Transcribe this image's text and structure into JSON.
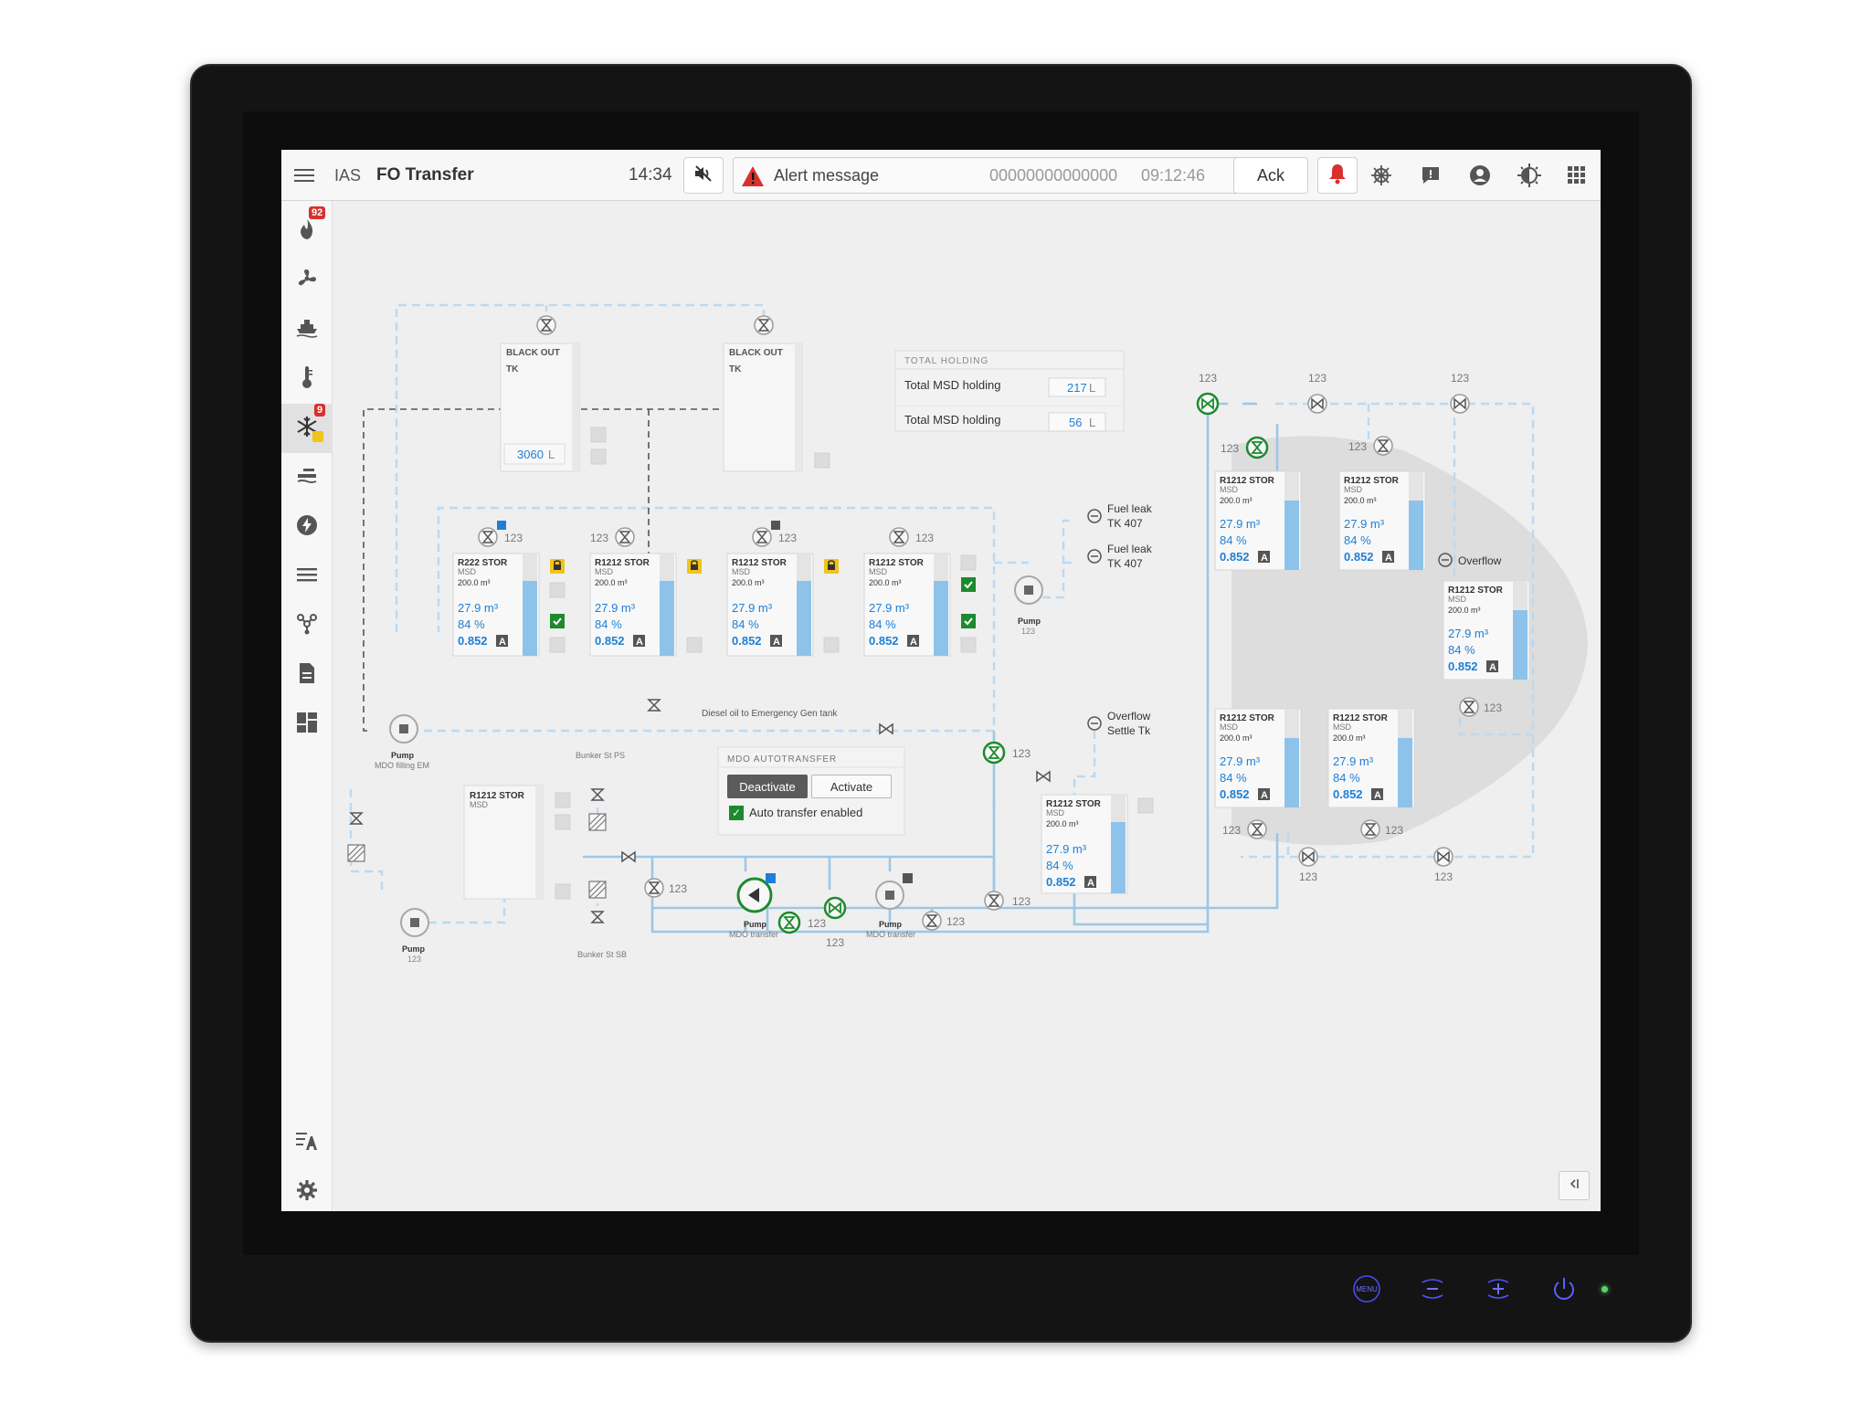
{
  "header": {
    "system": "IAS",
    "title": "FO Transfer",
    "time": "14:34",
    "alert_message": "Alert message",
    "alert_code": "00000000000000",
    "alert_time": "09:12:46",
    "ack_label": "Ack"
  },
  "sidebar": {
    "items": [
      {
        "icon": "flame-icon",
        "badge": "92"
      },
      {
        "icon": "fan-icon",
        "badge": ""
      },
      {
        "icon": "ship-icon",
        "badge": ""
      },
      {
        "icon": "thermometer-icon",
        "badge": ""
      },
      {
        "icon": "snowflake-icon",
        "badge": "9",
        "active": true
      },
      {
        "icon": "water-icon",
        "badge": ""
      },
      {
        "icon": "power-icon",
        "badge": ""
      },
      {
        "icon": "list-icon",
        "badge": ""
      },
      {
        "icon": "network-icon",
        "badge": ""
      },
      {
        "icon": "document-icon",
        "badge": ""
      },
      {
        "icon": "dashboard-icon",
        "badge": ""
      }
    ]
  },
  "holding": {
    "title": "TOTAL HOLDING",
    "rows": [
      {
        "label": "Total MSD holding",
        "value": "217",
        "unit": "L"
      },
      {
        "label": "Total MSD holding",
        "value": "56",
        "unit": "L"
      }
    ]
  },
  "blackout_tanks": [
    {
      "label1": "BLACK OUT",
      "label2": "TK",
      "value": "3060",
      "unit": "L"
    },
    {
      "label1": "BLACK OUT",
      "label2": "TK",
      "value": "",
      "unit": ""
    }
  ],
  "tank_common": {
    "sub": "MSD",
    "capacity": "200.0 m³",
    "volume": "27.9 m³",
    "percent": "84 %",
    "density": "0.852",
    "mode": "A"
  },
  "tanks_row": [
    {
      "name": "R222 STOR",
      "valve_label": "123"
    },
    {
      "name": "R1212 STOR",
      "valve_label": "123"
    },
    {
      "name": "R1212 STOR",
      "valve_label": "123"
    },
    {
      "name": "R1212 STOR",
      "valve_label": "123"
    }
  ],
  "tanks_right": [
    {
      "name": "R1212 STOR"
    },
    {
      "name": "R1212 STOR"
    },
    {
      "name": "R1212 STOR"
    },
    {
      "name": "R1212 STOR"
    },
    {
      "name": "R1212 STOR"
    },
    {
      "name": "R1212 STOR"
    }
  ],
  "empty_tank": {
    "name": "R1212 STOR",
    "sub": "MSD"
  },
  "labels": {
    "fuel_leak": "Fuel leak",
    "tk407": "TK 407",
    "overflow": "Overflow",
    "overflow_settle_1": "Overflow",
    "overflow_settle_2": "Settle Tk",
    "diesel_note": "Diesel oil to Emergency Gen tank",
    "bunker_ps": "Bunker St PS",
    "bunker_sb": "Bunker St SB",
    "pump": "Pump",
    "pump_mdo_em": "MDO filling EM",
    "pump_mdo_transfer": "MDO transfer",
    "valve_num": "123"
  },
  "autotransfer": {
    "title": "MDO AUTOTRANSFER",
    "deactivate": "Deactivate",
    "activate": "Activate",
    "checkbox_label": "Auto transfer enabled",
    "checked": true
  },
  "hardware": {
    "menu_label": "MENU"
  },
  "colors": {
    "line_blue": "#9cc7e8",
    "accent_blue": "#1f7fd6",
    "green": "#1d8a2e",
    "alarm_red": "#d9302c",
    "lock_yellow": "#f0c419"
  }
}
